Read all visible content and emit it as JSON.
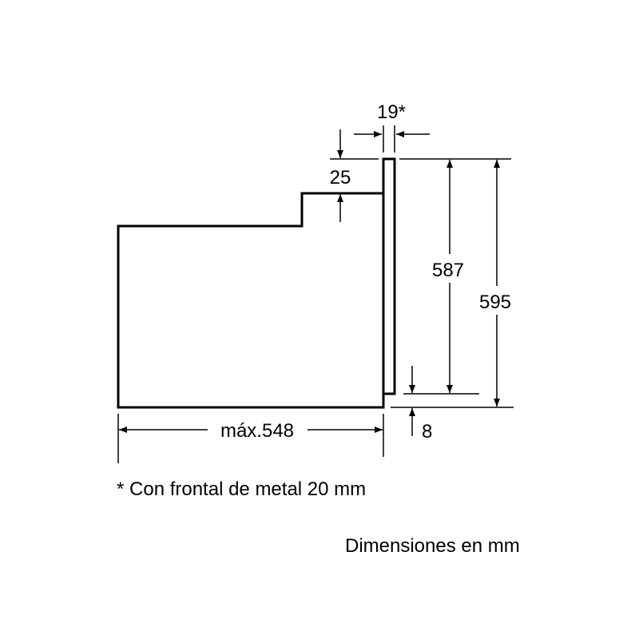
{
  "dimensions": {
    "panel_thickness": "19*",
    "step_height": "25",
    "inner_height": "587",
    "total_height": "595",
    "bottom_offset": "8",
    "depth": "máx.548"
  },
  "footnote": "* Con frontal de metal 20 mm",
  "units_note": "Dimensiones en mm"
}
